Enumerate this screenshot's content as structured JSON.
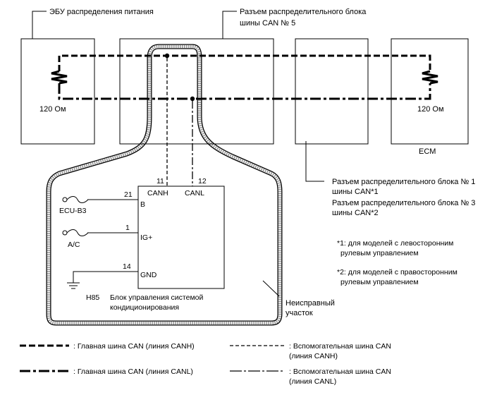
{
  "colors": {
    "line": "#000000",
    "fault_area_fill": "#9a9a9a",
    "background": "#ffffff"
  },
  "callouts": {
    "power_ecu": "ЭБУ распределения питания",
    "junction_5_line1": "Разъем распределительного блока",
    "junction_5_line2": "шины CAN № 5",
    "junction_1_line1": "Разъем распределительного блока № 1",
    "junction_1_line2": "шины CAN*1",
    "junction_3_line1": "Разъем распределительного блока № 3",
    "junction_3_line2": "шины CAN*2"
  },
  "components": {
    "resistor_left_label": "120 Ом",
    "resistor_right_label": "120 Ом",
    "ecm_label": "ECM"
  },
  "ac_unit": {
    "pin_canh_num": "11",
    "pin_canl_num": "12",
    "pin_canh_label": "CANH",
    "pin_canl_label": "CANL",
    "pin_b_num": "21",
    "pin_b_label": "B",
    "pin_ig_num": "1",
    "pin_ig_label": "IG+",
    "pin_gnd_num": "14",
    "pin_gnd_label": "GND",
    "fuse_1_label": "ECU-B3",
    "fuse_2_label": "A/C",
    "connector_code": "H85",
    "name_line1": "Блок управления системой",
    "name_line2": "кондиционирования"
  },
  "fault_area": {
    "line1": "Неисправный",
    "line2": "участок"
  },
  "notes": {
    "note1_line1": "*1: для моделей с левосторонним",
    "note1_line2": "рулевым управлением",
    "note2_line1": "*2: для моделей с правосторонним",
    "note2_line2": "рулевым управлением"
  },
  "legend": {
    "main_canh": ": Главная шина CAN (линия CANH)",
    "main_canl": ": Главная шина CAN (линия CANL)",
    "sub_canh_line1": ": Вспомогательная шина CAN",
    "sub_canh_line2": "(линия CANH)",
    "sub_canl_line1": ": Вспомогательная шина CAN",
    "sub_canl_line2": "(линия CANL)"
  }
}
